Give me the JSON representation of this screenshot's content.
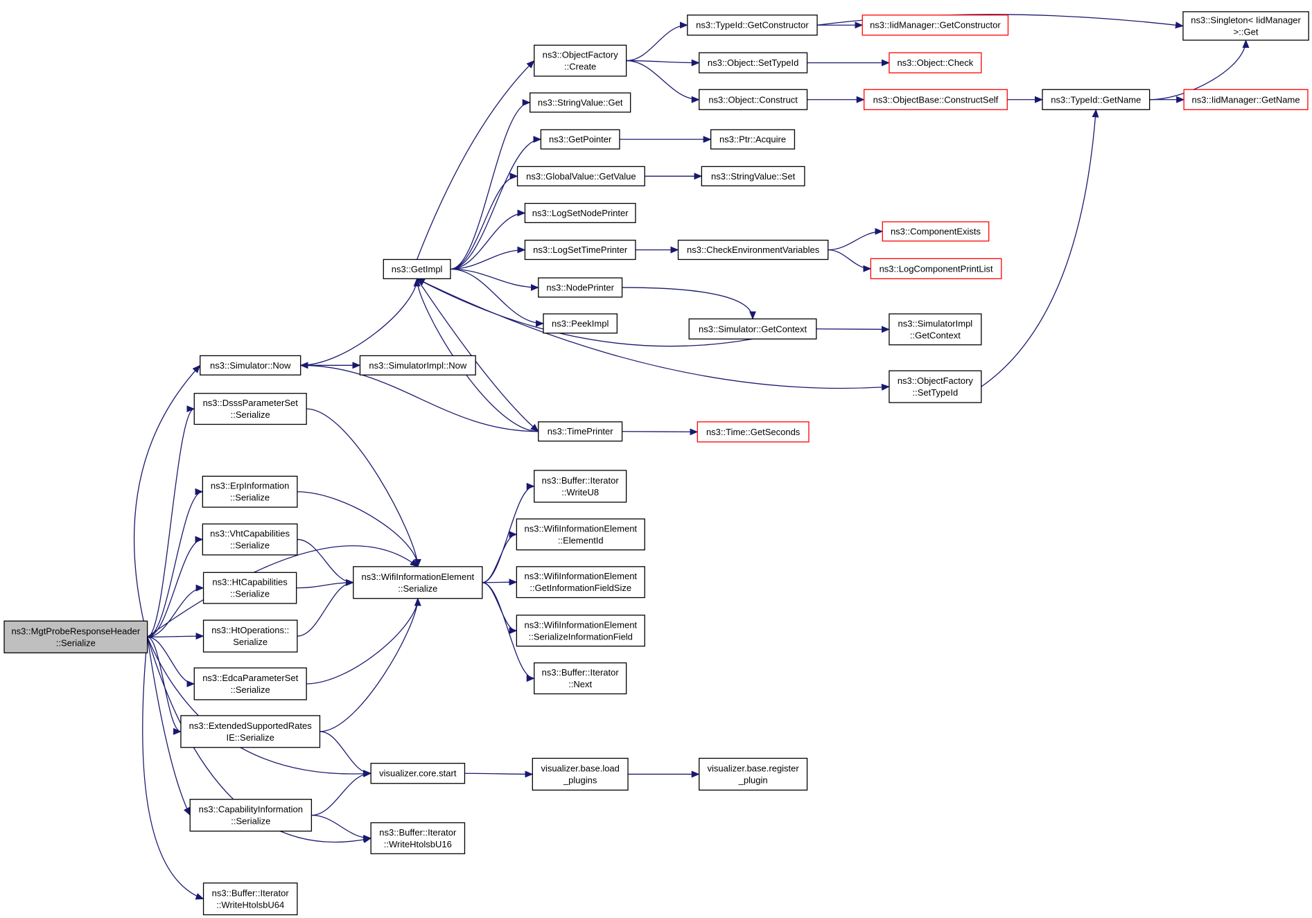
{
  "colors": {
    "edge": "#191970",
    "border_normal": "#000000",
    "border_truncated": "#ff0000",
    "fill_root": "#bfbfbf",
    "fill_normal": "#ffffff"
  },
  "nodes": [
    {
      "id": "root",
      "lines": [
        "ns3::MgtProbeResponseHeader",
        "::Serialize"
      ],
      "kind": "root"
    },
    {
      "id": "simnow",
      "lines": [
        "ns3::Simulator::Now"
      ],
      "kind": "normal"
    },
    {
      "id": "dsss",
      "lines": [
        "ns3::DsssParameterSet",
        "::Serialize"
      ],
      "kind": "normal"
    },
    {
      "id": "erp",
      "lines": [
        "ns3::ErpInformation",
        "::Serialize"
      ],
      "kind": "normal"
    },
    {
      "id": "vht",
      "lines": [
        "ns3::VhtCapabilities",
        "::Serialize"
      ],
      "kind": "normal"
    },
    {
      "id": "htcap",
      "lines": [
        "ns3::HtCapabilities",
        "::Serialize"
      ],
      "kind": "normal"
    },
    {
      "id": "htop",
      "lines": [
        "ns3::HtOperations::",
        "Serialize"
      ],
      "kind": "normal"
    },
    {
      "id": "edca",
      "lines": [
        "ns3::EdcaParameterSet",
        "::Serialize"
      ],
      "kind": "normal"
    },
    {
      "id": "ext",
      "lines": [
        "ns3::ExtendedSupportedRates",
        "IE::Serialize"
      ],
      "kind": "normal"
    },
    {
      "id": "capinfo",
      "lines": [
        "ns3::CapabilityInformation",
        "::Serialize"
      ],
      "kind": "normal"
    },
    {
      "id": "wu64",
      "lines": [
        "ns3::Buffer::Iterator",
        "::WriteHtolsbU64"
      ],
      "kind": "normal"
    },
    {
      "id": "getimpl",
      "lines": [
        "ns3::GetImpl"
      ],
      "kind": "normal"
    },
    {
      "id": "simimplnow",
      "lines": [
        "ns3::SimulatorImpl::Now"
      ],
      "kind": "normal"
    },
    {
      "id": "timeprinter",
      "lines": [
        "ns3::TimePrinter"
      ],
      "kind": "normal"
    },
    {
      "id": "wieser",
      "lines": [
        "ns3::WifiInformationElement",
        "::Serialize"
      ],
      "kind": "normal"
    },
    {
      "id": "vizstart",
      "lines": [
        "visualizer.core.start"
      ],
      "kind": "normal"
    },
    {
      "id": "wu16",
      "lines": [
        "ns3::Buffer::Iterator",
        "::WriteHtolsbU16"
      ],
      "kind": "normal"
    },
    {
      "id": "ofcreate",
      "lines": [
        "ns3::ObjectFactory",
        "::Create"
      ],
      "kind": "normal"
    },
    {
      "id": "svget",
      "lines": [
        "ns3::StringValue::Get"
      ],
      "kind": "normal"
    },
    {
      "id": "getptr",
      "lines": [
        "ns3::GetPointer"
      ],
      "kind": "normal"
    },
    {
      "id": "gvget",
      "lines": [
        "ns3::GlobalValue::GetValue"
      ],
      "kind": "normal"
    },
    {
      "id": "lsnp",
      "lines": [
        "ns3::LogSetNodePrinter"
      ],
      "kind": "normal"
    },
    {
      "id": "lstp",
      "lines": [
        "ns3::LogSetTimePrinter"
      ],
      "kind": "normal"
    },
    {
      "id": "nodeprinter",
      "lines": [
        "ns3::NodePrinter"
      ],
      "kind": "normal"
    },
    {
      "id": "peekimpl",
      "lines": [
        "ns3::PeekImpl"
      ],
      "kind": "normal"
    },
    {
      "id": "bwu8",
      "lines": [
        "ns3::Buffer::Iterator",
        "::WriteU8"
      ],
      "kind": "normal"
    },
    {
      "id": "elemid",
      "lines": [
        "ns3::WifiInformationElement",
        "::ElementId"
      ],
      "kind": "normal"
    },
    {
      "id": "gifs",
      "lines": [
        "ns3::WifiInformationElement",
        "::GetInformationFieldSize"
      ],
      "kind": "normal"
    },
    {
      "id": "sif",
      "lines": [
        "ns3::WifiInformationElement",
        "::SerializeInformationField"
      ],
      "kind": "normal"
    },
    {
      "id": "bnext",
      "lines": [
        "ns3::Buffer::Iterator",
        "::Next"
      ],
      "kind": "normal"
    },
    {
      "id": "vizload",
      "lines": [
        "visualizer.base.load",
        "_plugins"
      ],
      "kind": "normal"
    },
    {
      "id": "tidgc",
      "lines": [
        "ns3::TypeId::GetConstructor"
      ],
      "kind": "normal"
    },
    {
      "id": "objsettid",
      "lines": [
        "ns3::Object::SetTypeId"
      ],
      "kind": "normal"
    },
    {
      "id": "objconstruct",
      "lines": [
        "ns3::Object::Construct"
      ],
      "kind": "normal"
    },
    {
      "id": "ptracq",
      "lines": [
        "ns3::Ptr::Acquire"
      ],
      "kind": "normal"
    },
    {
      "id": "svset",
      "lines": [
        "ns3::StringValue::Set"
      ],
      "kind": "normal"
    },
    {
      "id": "checkenv",
      "lines": [
        "ns3::CheckEnvironmentVariables"
      ],
      "kind": "normal"
    },
    {
      "id": "simgetctx",
      "lines": [
        "ns3::Simulator::GetContext"
      ],
      "kind": "normal"
    },
    {
      "id": "ofsettid",
      "lines": [
        "ns3::ObjectFactory",
        "::SetTypeId"
      ],
      "kind": "normal"
    },
    {
      "id": "timegs",
      "lines": [
        "ns3::Time::GetSeconds"
      ],
      "kind": "truncated"
    },
    {
      "id": "vizreg",
      "lines": [
        "visualizer.base.register",
        "_plugin"
      ],
      "kind": "normal"
    },
    {
      "id": "iidgc",
      "lines": [
        "ns3::IidManager::GetConstructor"
      ],
      "kind": "truncated"
    },
    {
      "id": "objcheck",
      "lines": [
        "ns3::Object::Check"
      ],
      "kind": "truncated"
    },
    {
      "id": "obcs",
      "lines": [
        "ns3::ObjectBase::ConstructSelf"
      ],
      "kind": "truncated"
    },
    {
      "id": "compexists",
      "lines": [
        "ns3::ComponentExists"
      ],
      "kind": "truncated"
    },
    {
      "id": "lcpl",
      "lines": [
        "ns3::LogComponentPrintList"
      ],
      "kind": "truncated"
    },
    {
      "id": "simimplgc",
      "lines": [
        "ns3::SimulatorImpl",
        "::GetContext"
      ],
      "kind": "normal"
    },
    {
      "id": "tidgn",
      "lines": [
        "ns3::TypeId::GetName"
      ],
      "kind": "normal"
    },
    {
      "id": "singleton",
      "lines": [
        "ns3::Singleton< IidManager",
        " >::Get"
      ],
      "kind": "normal"
    },
    {
      "id": "iidgn",
      "lines": [
        "ns3::IidManager::GetName"
      ],
      "kind": "truncated"
    }
  ],
  "edges": [
    {
      "from": "root",
      "to": "simnow"
    },
    {
      "from": "root",
      "to": "dsss"
    },
    {
      "from": "root",
      "to": "wieser"
    },
    {
      "from": "root",
      "to": "erp"
    },
    {
      "from": "root",
      "to": "vht"
    },
    {
      "from": "root",
      "to": "htcap"
    },
    {
      "from": "root",
      "to": "htop"
    },
    {
      "from": "root",
      "to": "edca"
    },
    {
      "from": "root",
      "to": "ext"
    },
    {
      "from": "root",
      "to": "vizstart"
    },
    {
      "from": "root",
      "to": "capinfo"
    },
    {
      "from": "root",
      "to": "wu16"
    },
    {
      "from": "root",
      "to": "wu64"
    },
    {
      "from": "simnow",
      "to": "getimpl"
    },
    {
      "from": "simnow",
      "to": "simimplnow"
    },
    {
      "from": "timeprinter",
      "to": "simnow"
    },
    {
      "from": "dsss",
      "to": "wieser"
    },
    {
      "from": "erp",
      "to": "wieser"
    },
    {
      "from": "vht",
      "to": "wieser"
    },
    {
      "from": "htcap",
      "to": "wieser"
    },
    {
      "from": "htop",
      "to": "wieser"
    },
    {
      "from": "edca",
      "to": "wieser"
    },
    {
      "from": "ext",
      "to": "wieser"
    },
    {
      "from": "ext",
      "to": "vizstart"
    },
    {
      "from": "capinfo",
      "to": "vizstart"
    },
    {
      "from": "capinfo",
      "to": "wu16"
    },
    {
      "from": "getimpl",
      "to": "ofcreate"
    },
    {
      "from": "getimpl",
      "to": "svget"
    },
    {
      "from": "getimpl",
      "to": "getptr"
    },
    {
      "from": "getimpl",
      "to": "gvget"
    },
    {
      "from": "getimpl",
      "to": "lsnp"
    },
    {
      "from": "getimpl",
      "to": "lstp"
    },
    {
      "from": "getimpl",
      "to": "nodeprinter"
    },
    {
      "from": "getimpl",
      "to": "peekimpl"
    },
    {
      "from": "getimpl",
      "to": "timeprinter"
    },
    {
      "from": "getimpl",
      "to": "ofsettid"
    },
    {
      "from": "simgetctx",
      "to": "getimpl"
    },
    {
      "from": "timeprinter",
      "to": "getimpl"
    },
    {
      "from": "timeprinter",
      "to": "timegs"
    },
    {
      "from": "wieser",
      "to": "bwu8"
    },
    {
      "from": "wieser",
      "to": "elemid"
    },
    {
      "from": "wieser",
      "to": "gifs"
    },
    {
      "from": "wieser",
      "to": "sif"
    },
    {
      "from": "wieser",
      "to": "bnext"
    },
    {
      "from": "vizstart",
      "to": "vizload"
    },
    {
      "from": "vizload",
      "to": "vizreg"
    },
    {
      "from": "ofcreate",
      "to": "tidgc"
    },
    {
      "from": "ofcreate",
      "to": "objsettid"
    },
    {
      "from": "ofcreate",
      "to": "objconstruct"
    },
    {
      "from": "tidgc",
      "to": "iidgc"
    },
    {
      "from": "tidgc",
      "to": "singleton"
    },
    {
      "from": "objsettid",
      "to": "objcheck"
    },
    {
      "from": "objconstruct",
      "to": "obcs"
    },
    {
      "from": "obcs",
      "to": "tidgn"
    },
    {
      "from": "tidgn",
      "to": "singleton"
    },
    {
      "from": "tidgn",
      "to": "iidgn"
    },
    {
      "from": "getptr",
      "to": "ptracq"
    },
    {
      "from": "gvget",
      "to": "svset"
    },
    {
      "from": "lstp",
      "to": "checkenv"
    },
    {
      "from": "checkenv",
      "to": "compexists"
    },
    {
      "from": "checkenv",
      "to": "lcpl"
    },
    {
      "from": "nodeprinter",
      "to": "simgetctx"
    },
    {
      "from": "simgetctx",
      "to": "simimplgc"
    },
    {
      "from": "ofsettid",
      "to": "tidgn"
    }
  ]
}
